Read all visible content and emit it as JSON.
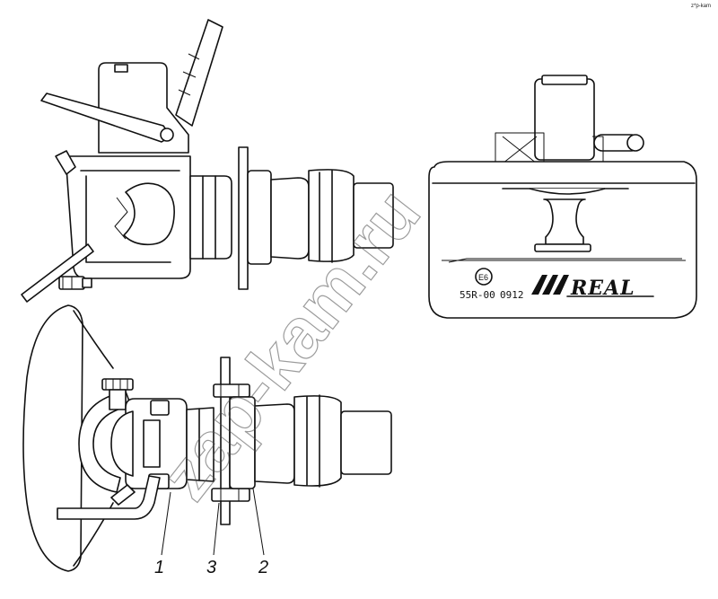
{
  "figure": {
    "callouts": [
      {
        "id": "1",
        "label": "1"
      },
      {
        "id": "3",
        "label": "3"
      },
      {
        "id": "2",
        "label": "2"
      }
    ],
    "plate": {
      "approval_mark": "E6",
      "code_left": "55R-00",
      "code_right": "0912",
      "brand": "REAL"
    },
    "watermark": "zap-kam.ru",
    "corner_mark": "z*p-kam"
  }
}
